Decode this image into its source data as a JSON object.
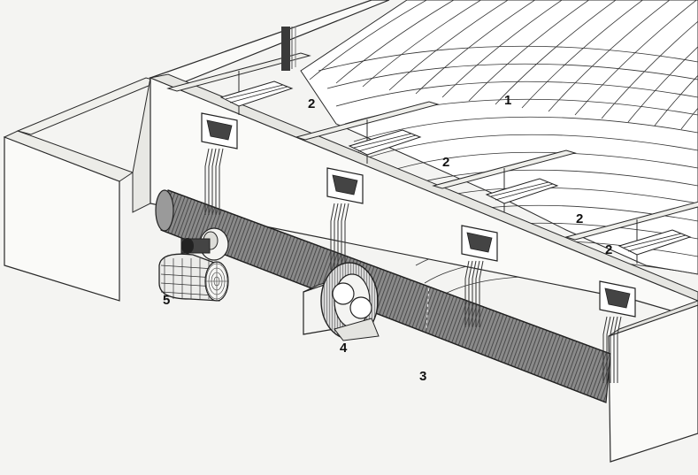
{
  "palette": {
    "paper": "#f4f4f2",
    "ink": "#2a2a2a",
    "wall": "#fafaf8",
    "wall_shade": "#e4e4e0",
    "duct": "#5a5a5a"
  },
  "callouts": [
    "1",
    "2",
    "2",
    "2",
    "2",
    "3",
    "4",
    "5"
  ],
  "icons": [
    "grain-pile-grid",
    "air-intake-louver",
    "main-air-duct",
    "centrifugal-fan",
    "electric-motor",
    "fan-motor-unit"
  ]
}
